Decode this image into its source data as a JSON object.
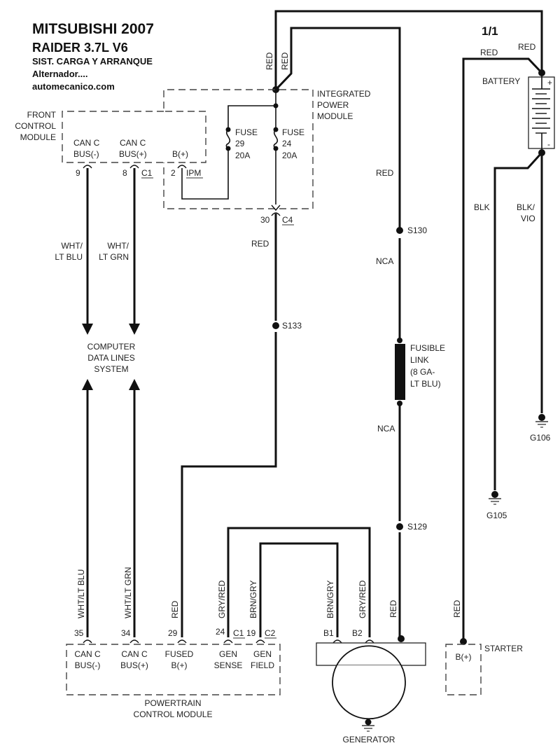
{
  "header": {
    "make_year": "MITSUBISHI 2007",
    "model": "RAIDER  3.7L  V6",
    "system": "SIST. CARGA Y ARRANQUE",
    "subsystem": "Alternador....",
    "website": "automecanico.com",
    "page": "1/1"
  },
  "components": {
    "front_control_module": {
      "name_lines": [
        "FRONT",
        "CONTROL",
        "MODULE"
      ],
      "pins": [
        {
          "label_lines": [
            "CAN C",
            "BUS(-)"
          ],
          "pin": "9"
        },
        {
          "label_lines": [
            "CAN C",
            "BUS(+)"
          ],
          "pin": "8",
          "connector": "C1"
        },
        {
          "label_lines": [
            "B(+)"
          ],
          "pin": "2",
          "connector": "IPM"
        }
      ]
    },
    "integrated_power_module": {
      "name_lines": [
        "INTEGRATED",
        "POWER",
        "MODULE"
      ],
      "fuses": [
        {
          "lines": [
            "FUSE",
            "29",
            "20A"
          ]
        },
        {
          "lines": [
            "FUSE",
            "24",
            "20A"
          ]
        }
      ],
      "output_pin": "30",
      "output_connector": "C4"
    },
    "battery": {
      "name": "BATTERY",
      "positive": "+",
      "negative": "-"
    },
    "computer_data_lines": {
      "name_lines": [
        "COMPUTER",
        "DATA LINES",
        "SYSTEM"
      ]
    },
    "fusible_link": {
      "lines": [
        "FUSIBLE",
        "LINK",
        "(8 GA-",
        "LT BLU)"
      ]
    },
    "powertrain_control_module": {
      "name_lines": [
        "POWERTRAIN",
        "CONTROL MODULE"
      ],
      "pins": [
        {
          "pin": "35",
          "label_lines": [
            "CAN C",
            "BUS(-)"
          ]
        },
        {
          "pin": "34",
          "label_lines": [
            "CAN C",
            "BUS(+)"
          ]
        },
        {
          "pin": "29",
          "label_lines": [
            "FUSED",
            "B(+)"
          ]
        },
        {
          "pin": "24",
          "connector": "C1",
          "label_lines": [
            "GEN",
            "SENSE"
          ]
        },
        {
          "pin": "19",
          "connector": "C2",
          "label_lines": [
            "GEN",
            "FIELD"
          ]
        }
      ]
    },
    "generator": {
      "name": "GENERATOR",
      "pins": [
        "B1",
        "B2"
      ]
    },
    "starter": {
      "name": "STARTER",
      "pin_label": "B(+)"
    }
  },
  "splices": [
    "S130",
    "S133",
    "S129"
  ],
  "grounds": [
    "G106",
    "G105"
  ],
  "wire_colors": {
    "ipm_feed_1": "RED",
    "ipm_feed_2": "RED",
    "battery_pos_top": "RED",
    "starter_feed_top": "RED",
    "c4_out": "RED",
    "main_feed_upper": "RED",
    "main_feed_mid": "NCA",
    "main_feed_lower": "NCA",
    "fcm_can_minus": "WHT/\nLT BLU",
    "fcm_can_plus": "WHT/\nLT GRN",
    "gnd_blk": "BLK",
    "gnd_blk_vio": "BLK/\nVIO",
    "pcm_can_minus": "WHT/LT BLU",
    "pcm_can_plus": "WHT/LT GRN",
    "pcm_fused": "RED",
    "pcm_gen_sense": "GRY/RED",
    "pcm_gen_field": "BRN/GRY",
    "gen_b1": "BRN/GRY",
    "gen_b2": "GRY/RED",
    "gen_out": "RED",
    "starter_in": "RED"
  },
  "labels": {
    "wht1": "WHT/",
    "ltblu": "LT BLU",
    "wht2": "WHT/",
    "ltgrn": "LT GRN",
    "blk_vio_1": "BLK/",
    "blk_vio_2": "VIO"
  }
}
